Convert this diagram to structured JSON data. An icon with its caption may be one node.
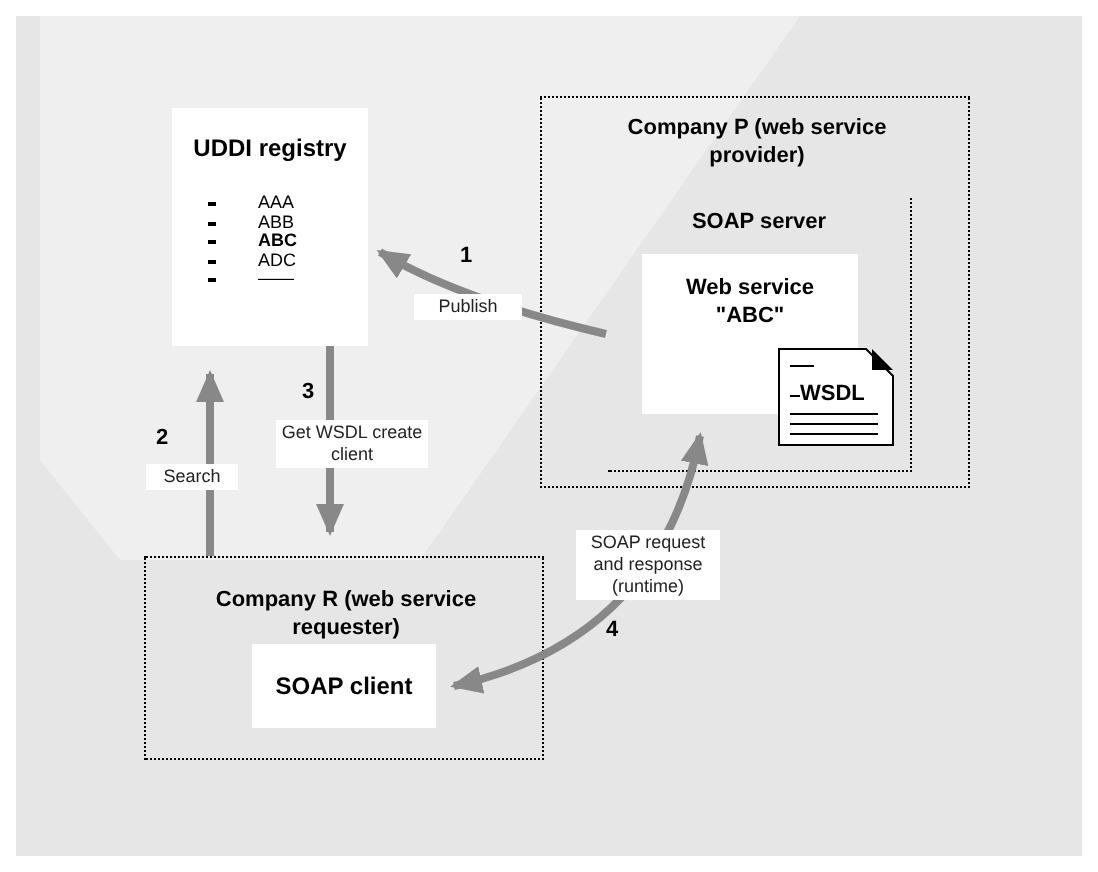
{
  "diagram": {
    "nodes": [
      {
        "text": [
          "UDDI registry",
          "AAA",
          "ABB",
          "ABC",
          "ADC",
          "——"
        ]
      },
      {
        "text": [
          "Company P (web service provider)"
        ]
      },
      {
        "text": [
          "SOAP server"
        ],
        "in": 1
      },
      {
        "text": [
          "Web service \"ABC\""
        ],
        "in": 2
      },
      {
        "text": [
          "WSDL"
        ],
        "in": 2
      },
      {
        "text": [
          "Company R (web service requester)"
        ]
      },
      {
        "text": [
          "SOAP client"
        ],
        "in": 5
      }
    ],
    "edges": [
      {
        "from": 2,
        "to": 0,
        "arrow": "to",
        "label": "Publish"
      },
      {
        "from": 5,
        "to": 0,
        "arrow": "to",
        "label": "Search"
      },
      {
        "from": 0,
        "to": 5,
        "arrow": "to",
        "label": "Get WSDL create client"
      },
      {
        "from": 6,
        "to": 3,
        "arrow": "both",
        "label": "SOAP request and response (runtime)"
      }
    ],
    "labels": [
      "1",
      "2",
      "3",
      "4"
    ]
  }
}
